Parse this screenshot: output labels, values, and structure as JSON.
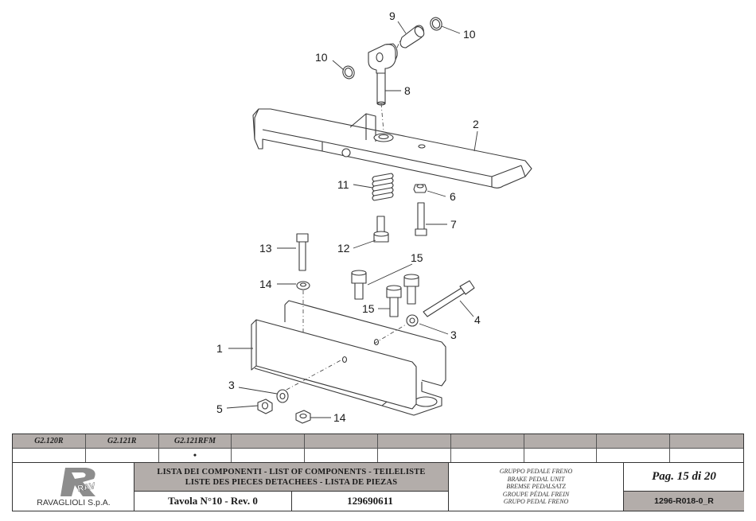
{
  "callouts": {
    "c1": "1",
    "c2": "2",
    "c3a": "3",
    "c3b": "3",
    "c4": "4",
    "c5": "5",
    "c6": "6",
    "c7": "7",
    "c8": "8",
    "c9": "9",
    "c10a": "10",
    "c10b": "10",
    "c11": "11",
    "c12": "12",
    "c13": "13",
    "c14a": "14",
    "c14b": "14",
    "c15a": "15",
    "c15b": "15"
  },
  "models": {
    "headers": [
      "G2.120R",
      "G2.121R",
      "G2.121RFM",
      "",
      "",
      "",
      "",
      "",
      "",
      ""
    ],
    "marks": [
      "",
      "",
      "•",
      "",
      "",
      "",
      "",
      "",
      "",
      ""
    ]
  },
  "titleblock": {
    "logo_text": "RAV",
    "company": "RAVAGLIOLI S.p.A.",
    "list_line1": "LISTA DEI COMPONENTI - LIST OF COMPONENTS - TEILELISTE",
    "list_line2": "LISTE DES PIECES DETACHEES - LISTA DE PIEZAS",
    "tavola": "Tavola N°10 - Rev. 0",
    "code": "129690611",
    "group_names": [
      "GRUPPO PEDALE FRENO",
      "BRAKE PEDAL UNIT",
      "BREMSE PEDALSATZ",
      "GROUPE PÉDAL FREIN",
      "GRUPO PEDAL FRENO"
    ],
    "page": "Pag. 15 di 20",
    "ref": "1296-R018-0_R"
  },
  "colors": {
    "header_gray": "#b3adaa",
    "line": "#333333"
  }
}
